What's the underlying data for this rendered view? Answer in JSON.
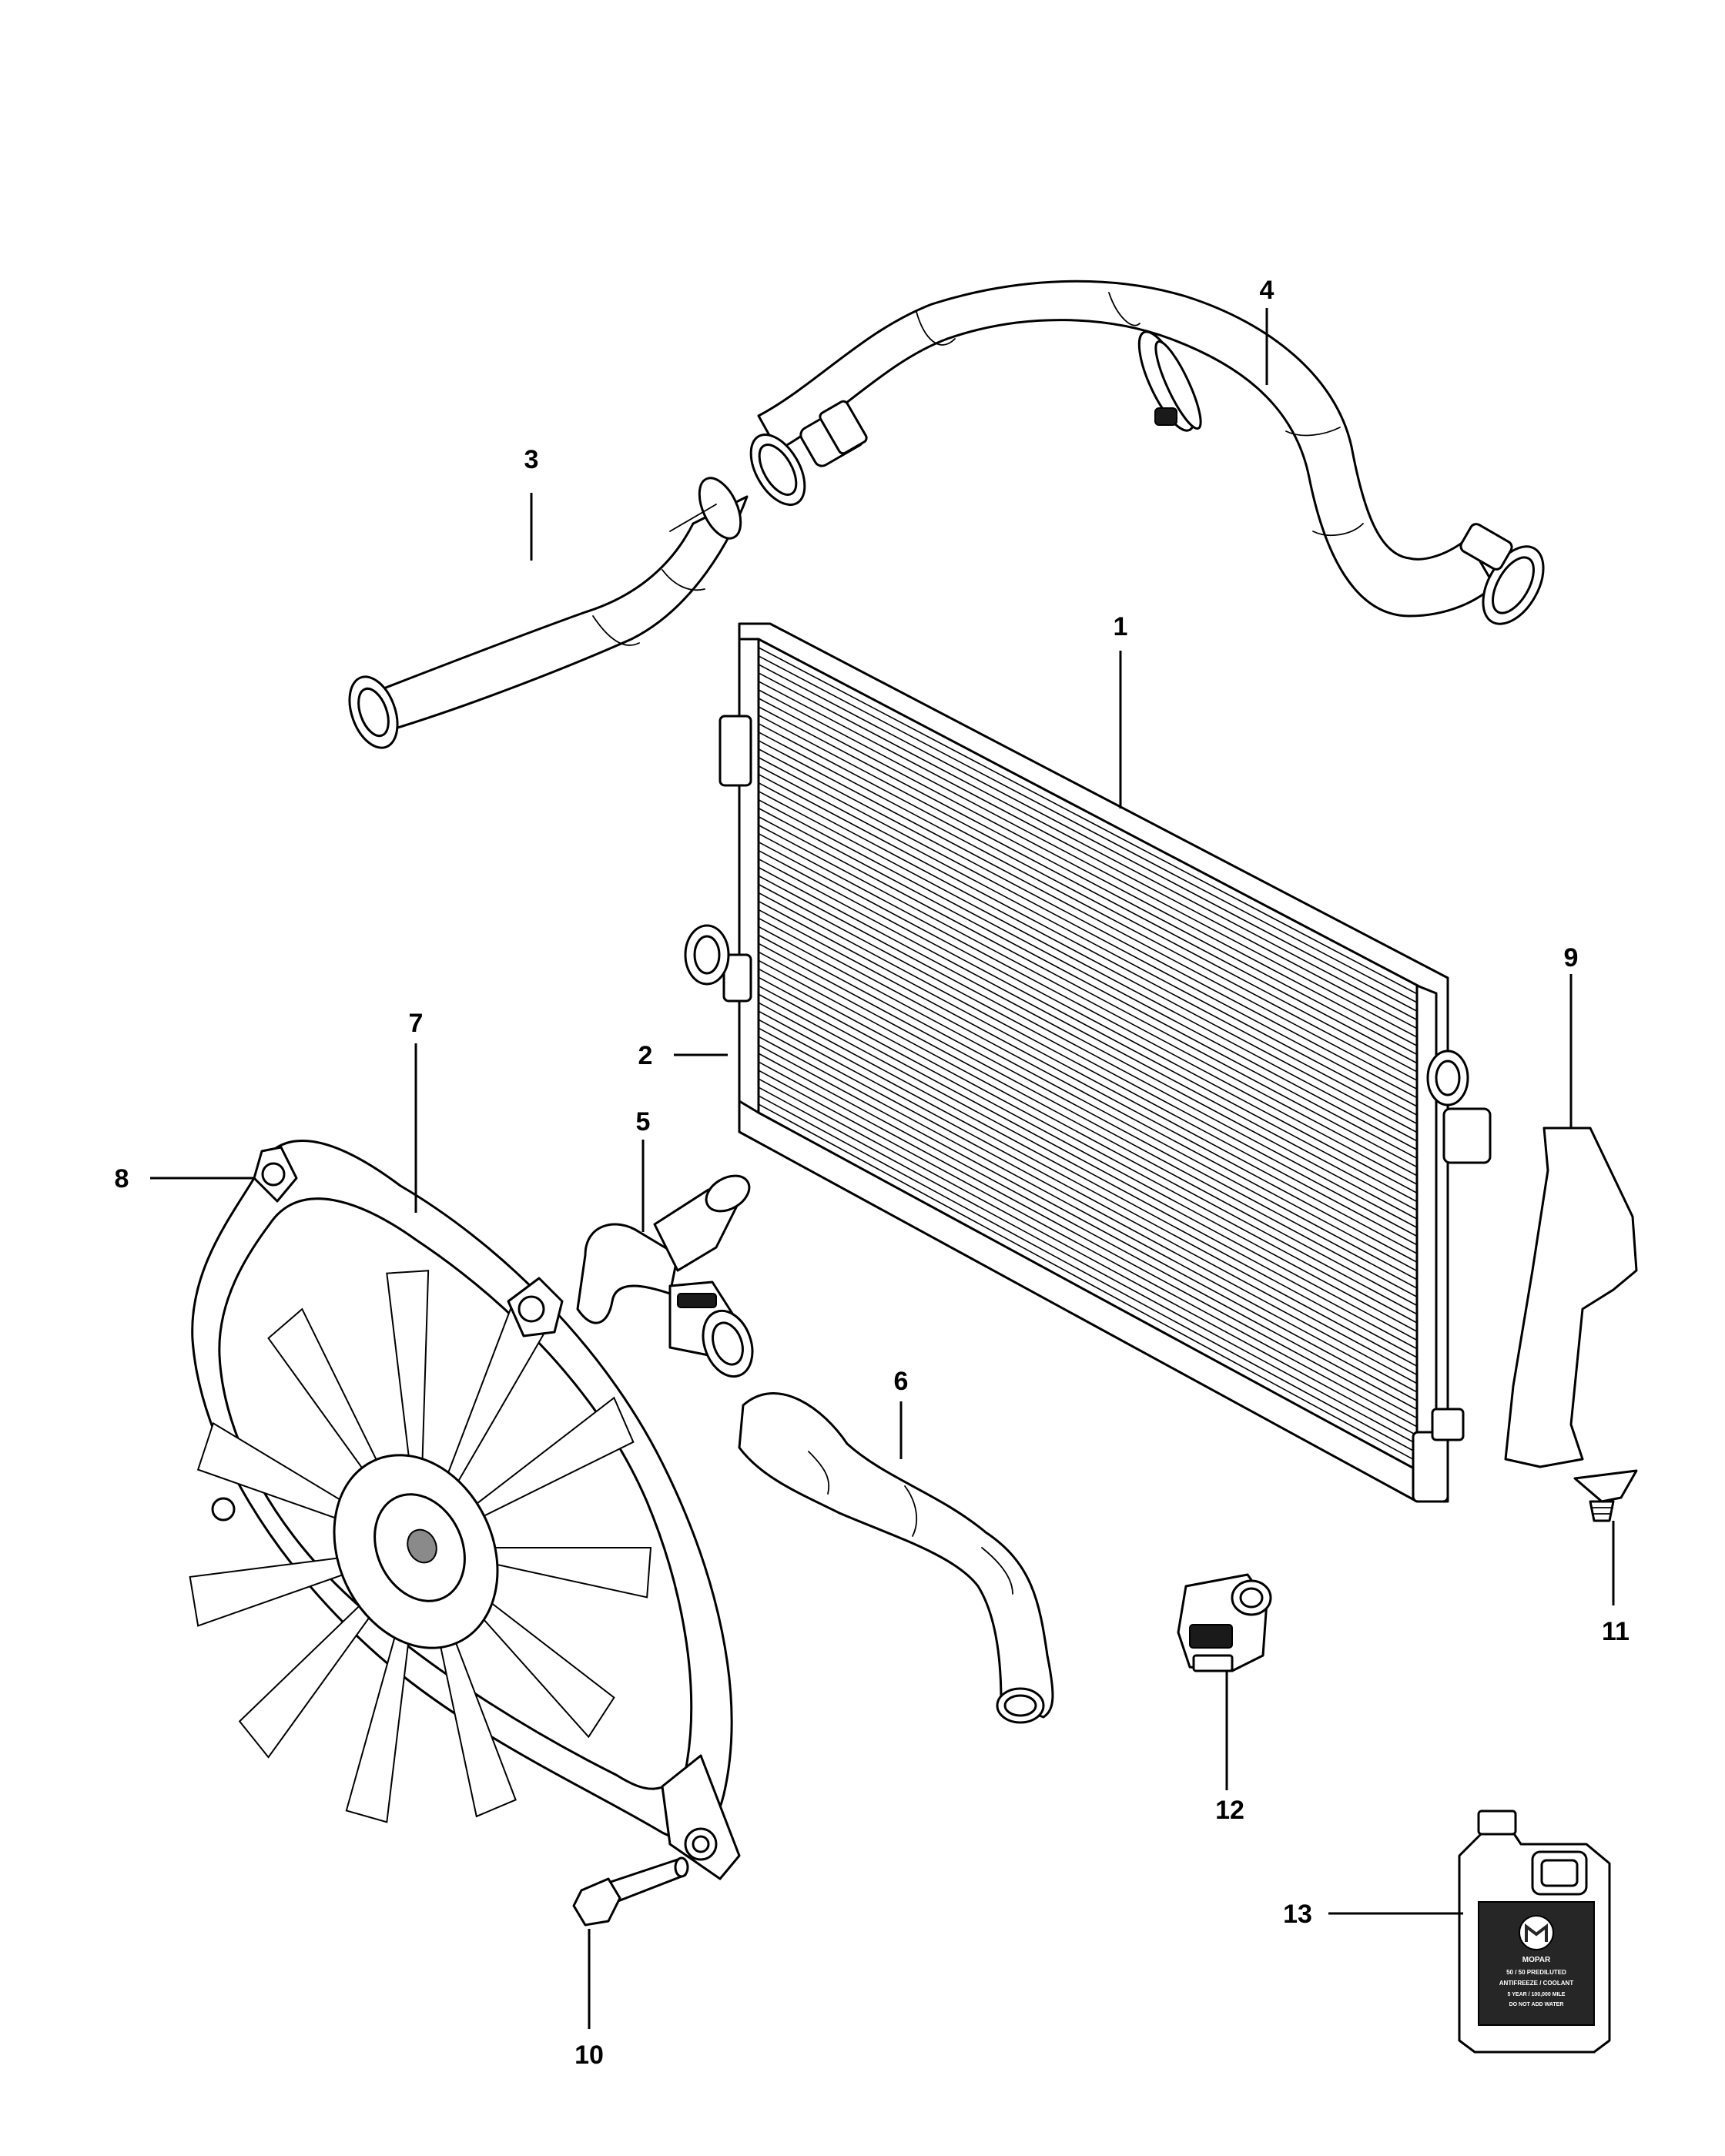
{
  "callouts": {
    "c1": "1",
    "c2": "2",
    "c3": "3",
    "c4": "4",
    "c5": "5",
    "c6": "6",
    "c7": "7",
    "c8": "8",
    "c9": "9",
    "c10": "10",
    "c11": "11",
    "c12": "12",
    "c13": "13"
  },
  "jug_label": {
    "brand": "MOPAR",
    "line1": "50 / 50 PREDILUTED",
    "line2": "ANTIFREEZE / COOLANT",
    "line3": "5 YEAR / 100,000 MILE",
    "line4": "DO NOT ADD WATER"
  }
}
